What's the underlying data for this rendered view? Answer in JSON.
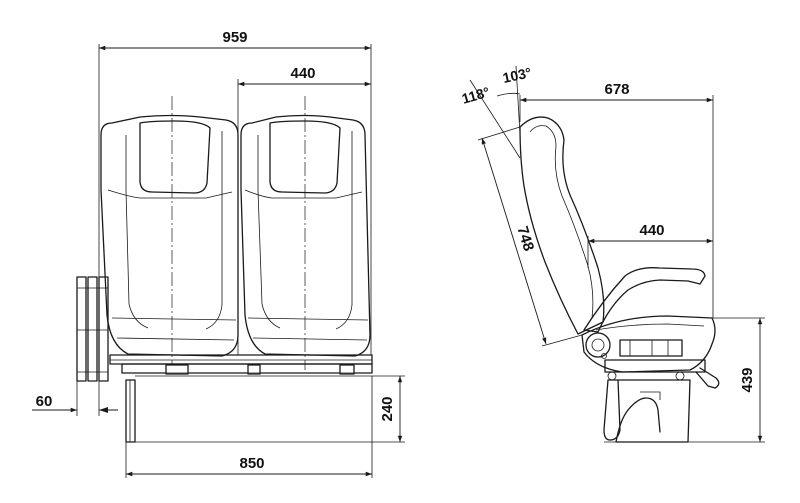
{
  "front_view": {
    "overall_width": "959",
    "seat_width": "440",
    "armrest_offset": "60",
    "base_height": "240",
    "base_width": "850"
  },
  "side_view": {
    "recline_max": "118°",
    "recline_min": "103°",
    "depth": "678",
    "seat_depth": "440",
    "backrest_length": "748",
    "seat_height": "439"
  }
}
